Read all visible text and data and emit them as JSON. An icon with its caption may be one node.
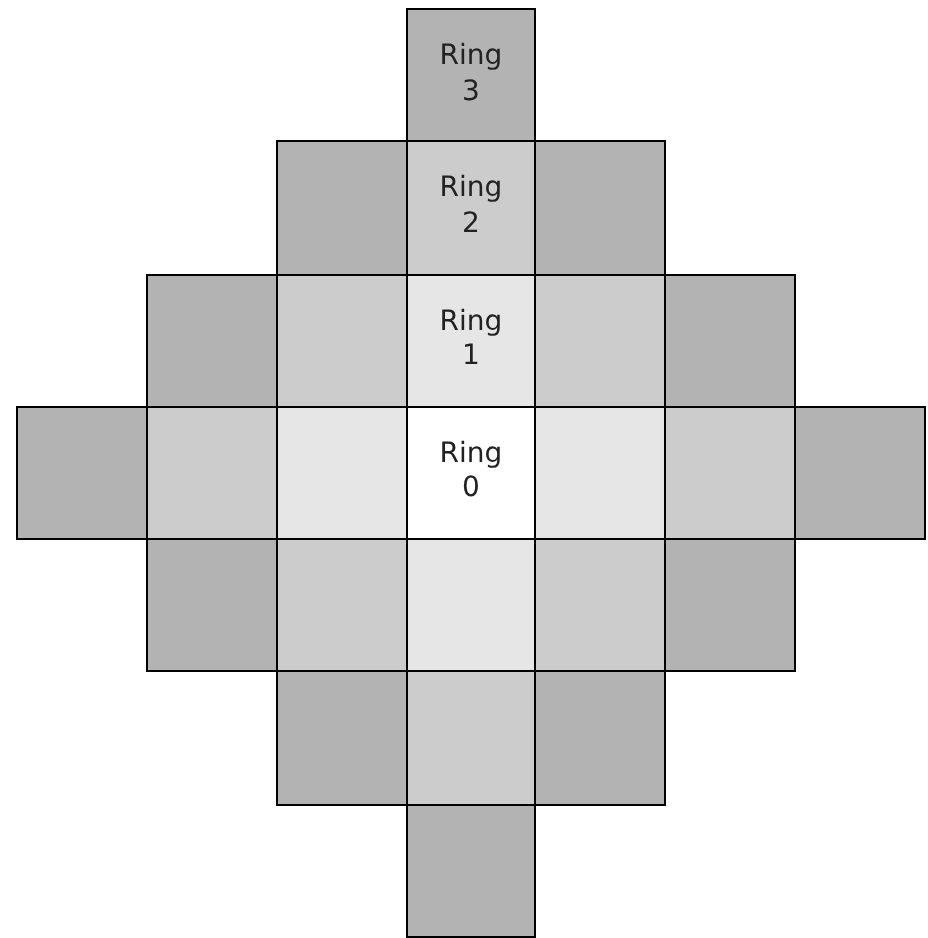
{
  "diagram": {
    "nodes": [
      {
        "text": [
          "Ring 3"
        ]
      },
      {
        "text": [],
        "shape": "box"
      },
      {
        "text": [
          "Ring 2"
        ]
      },
      {
        "text": [],
        "shape": "box"
      },
      {
        "text": [],
        "shape": "box"
      },
      {
        "text": [],
        "shape": "box"
      },
      {
        "text": [
          "Ring 1"
        ]
      },
      {
        "text": [],
        "shape": "box"
      },
      {
        "text": [],
        "shape": "box"
      },
      {
        "text": [],
        "shape": "box"
      },
      {
        "text": [],
        "shape": "box"
      },
      {
        "text": [],
        "shape": "box"
      },
      {
        "text": [
          "Ring 0"
        ]
      },
      {
        "text": [],
        "shape": "box"
      },
      {
        "text": [],
        "shape": "box"
      },
      {
        "text": [],
        "shape": "box"
      },
      {
        "text": [],
        "shape": "box"
      },
      {
        "text": [],
        "shape": "box"
      },
      {
        "text": [],
        "shape": "box"
      },
      {
        "text": [],
        "shape": "box"
      },
      {
        "text": [],
        "shape": "box"
      },
      {
        "text": [],
        "shape": "box"
      },
      {
        "text": [],
        "shape": "box"
      },
      {
        "text": [],
        "shape": "box"
      },
      {
        "text": [],
        "shape": "box"
      }
    ]
  }
}
